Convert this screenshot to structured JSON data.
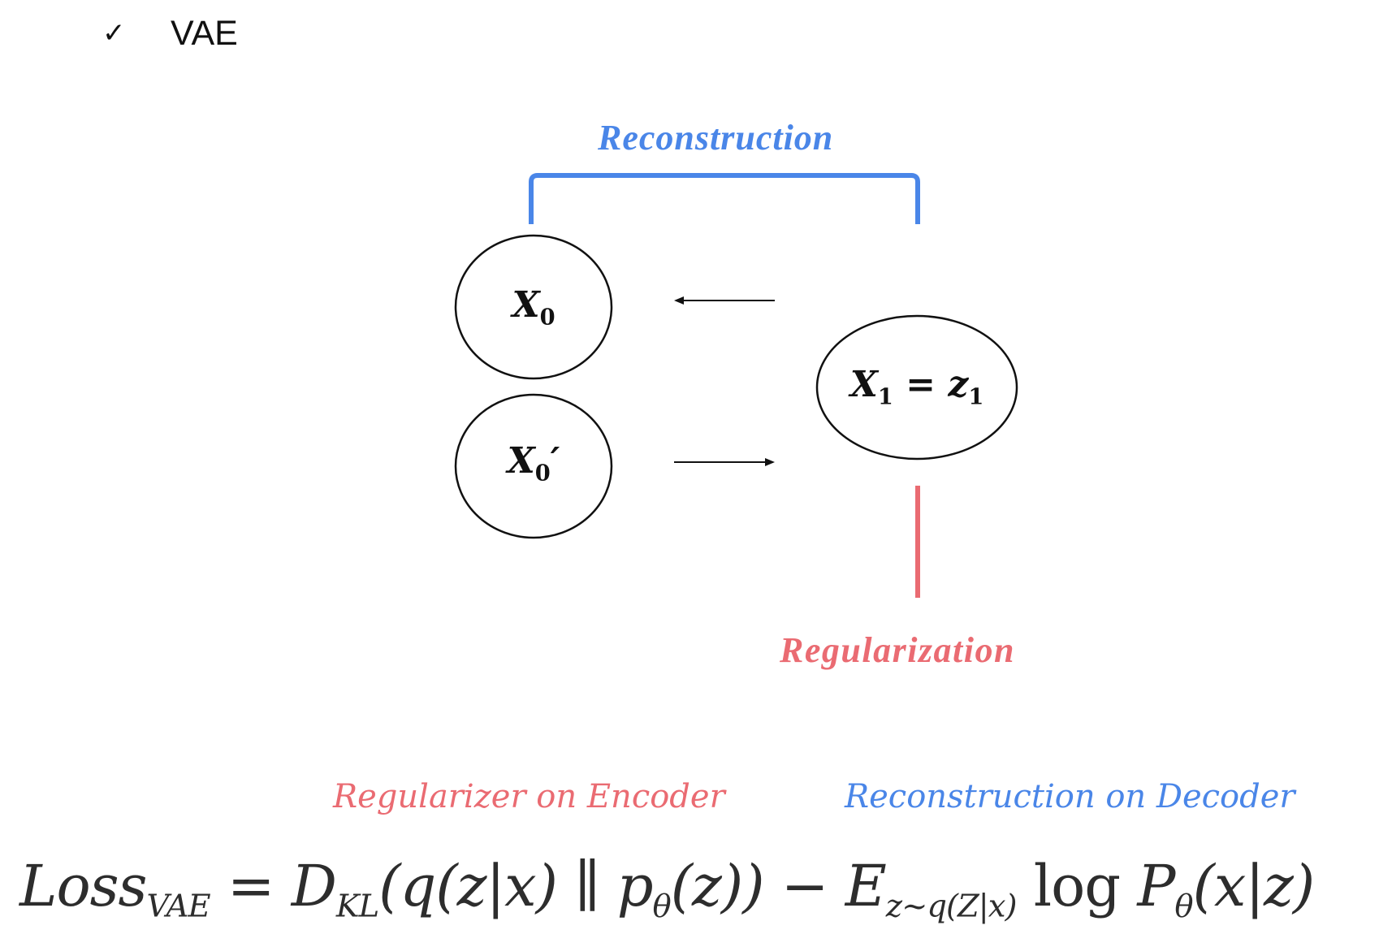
{
  "header": {
    "check_icon": "✓",
    "title": "VAE"
  },
  "diagram": {
    "reconstruction_label": "Reconstruction",
    "regularization_label": "Regularization",
    "nodes": {
      "x0": {
        "base": "X",
        "sub": "0",
        "suffix": ""
      },
      "x0_prime": {
        "base": "X",
        "sub": "0",
        "suffix": "′"
      },
      "x1": {
        "base": "X",
        "sub": "1",
        "middle": " = z",
        "sub2": "1"
      }
    },
    "colors": {
      "reconstruction": "#4a86e8",
      "regularization": "#ea6b72",
      "ink": "#111111"
    }
  },
  "annotations": {
    "regularizer": "Regularizer on Encoder",
    "reconstruction": "Reconstruction on Decoder"
  },
  "equation": {
    "loss": "Loss",
    "loss_sub": "VAE",
    "eq": " = D",
    "dkl_sub": "KL",
    "kl_body": "(q(z|x) ∥ p",
    "theta_sub": "θ",
    "kl_end": "(z)) − E",
    "exp_sub": "z~q(Z|x)",
    "log": " log ",
    "p": "P",
    "p_sub": "θ",
    "p_body": "(x|z)"
  }
}
